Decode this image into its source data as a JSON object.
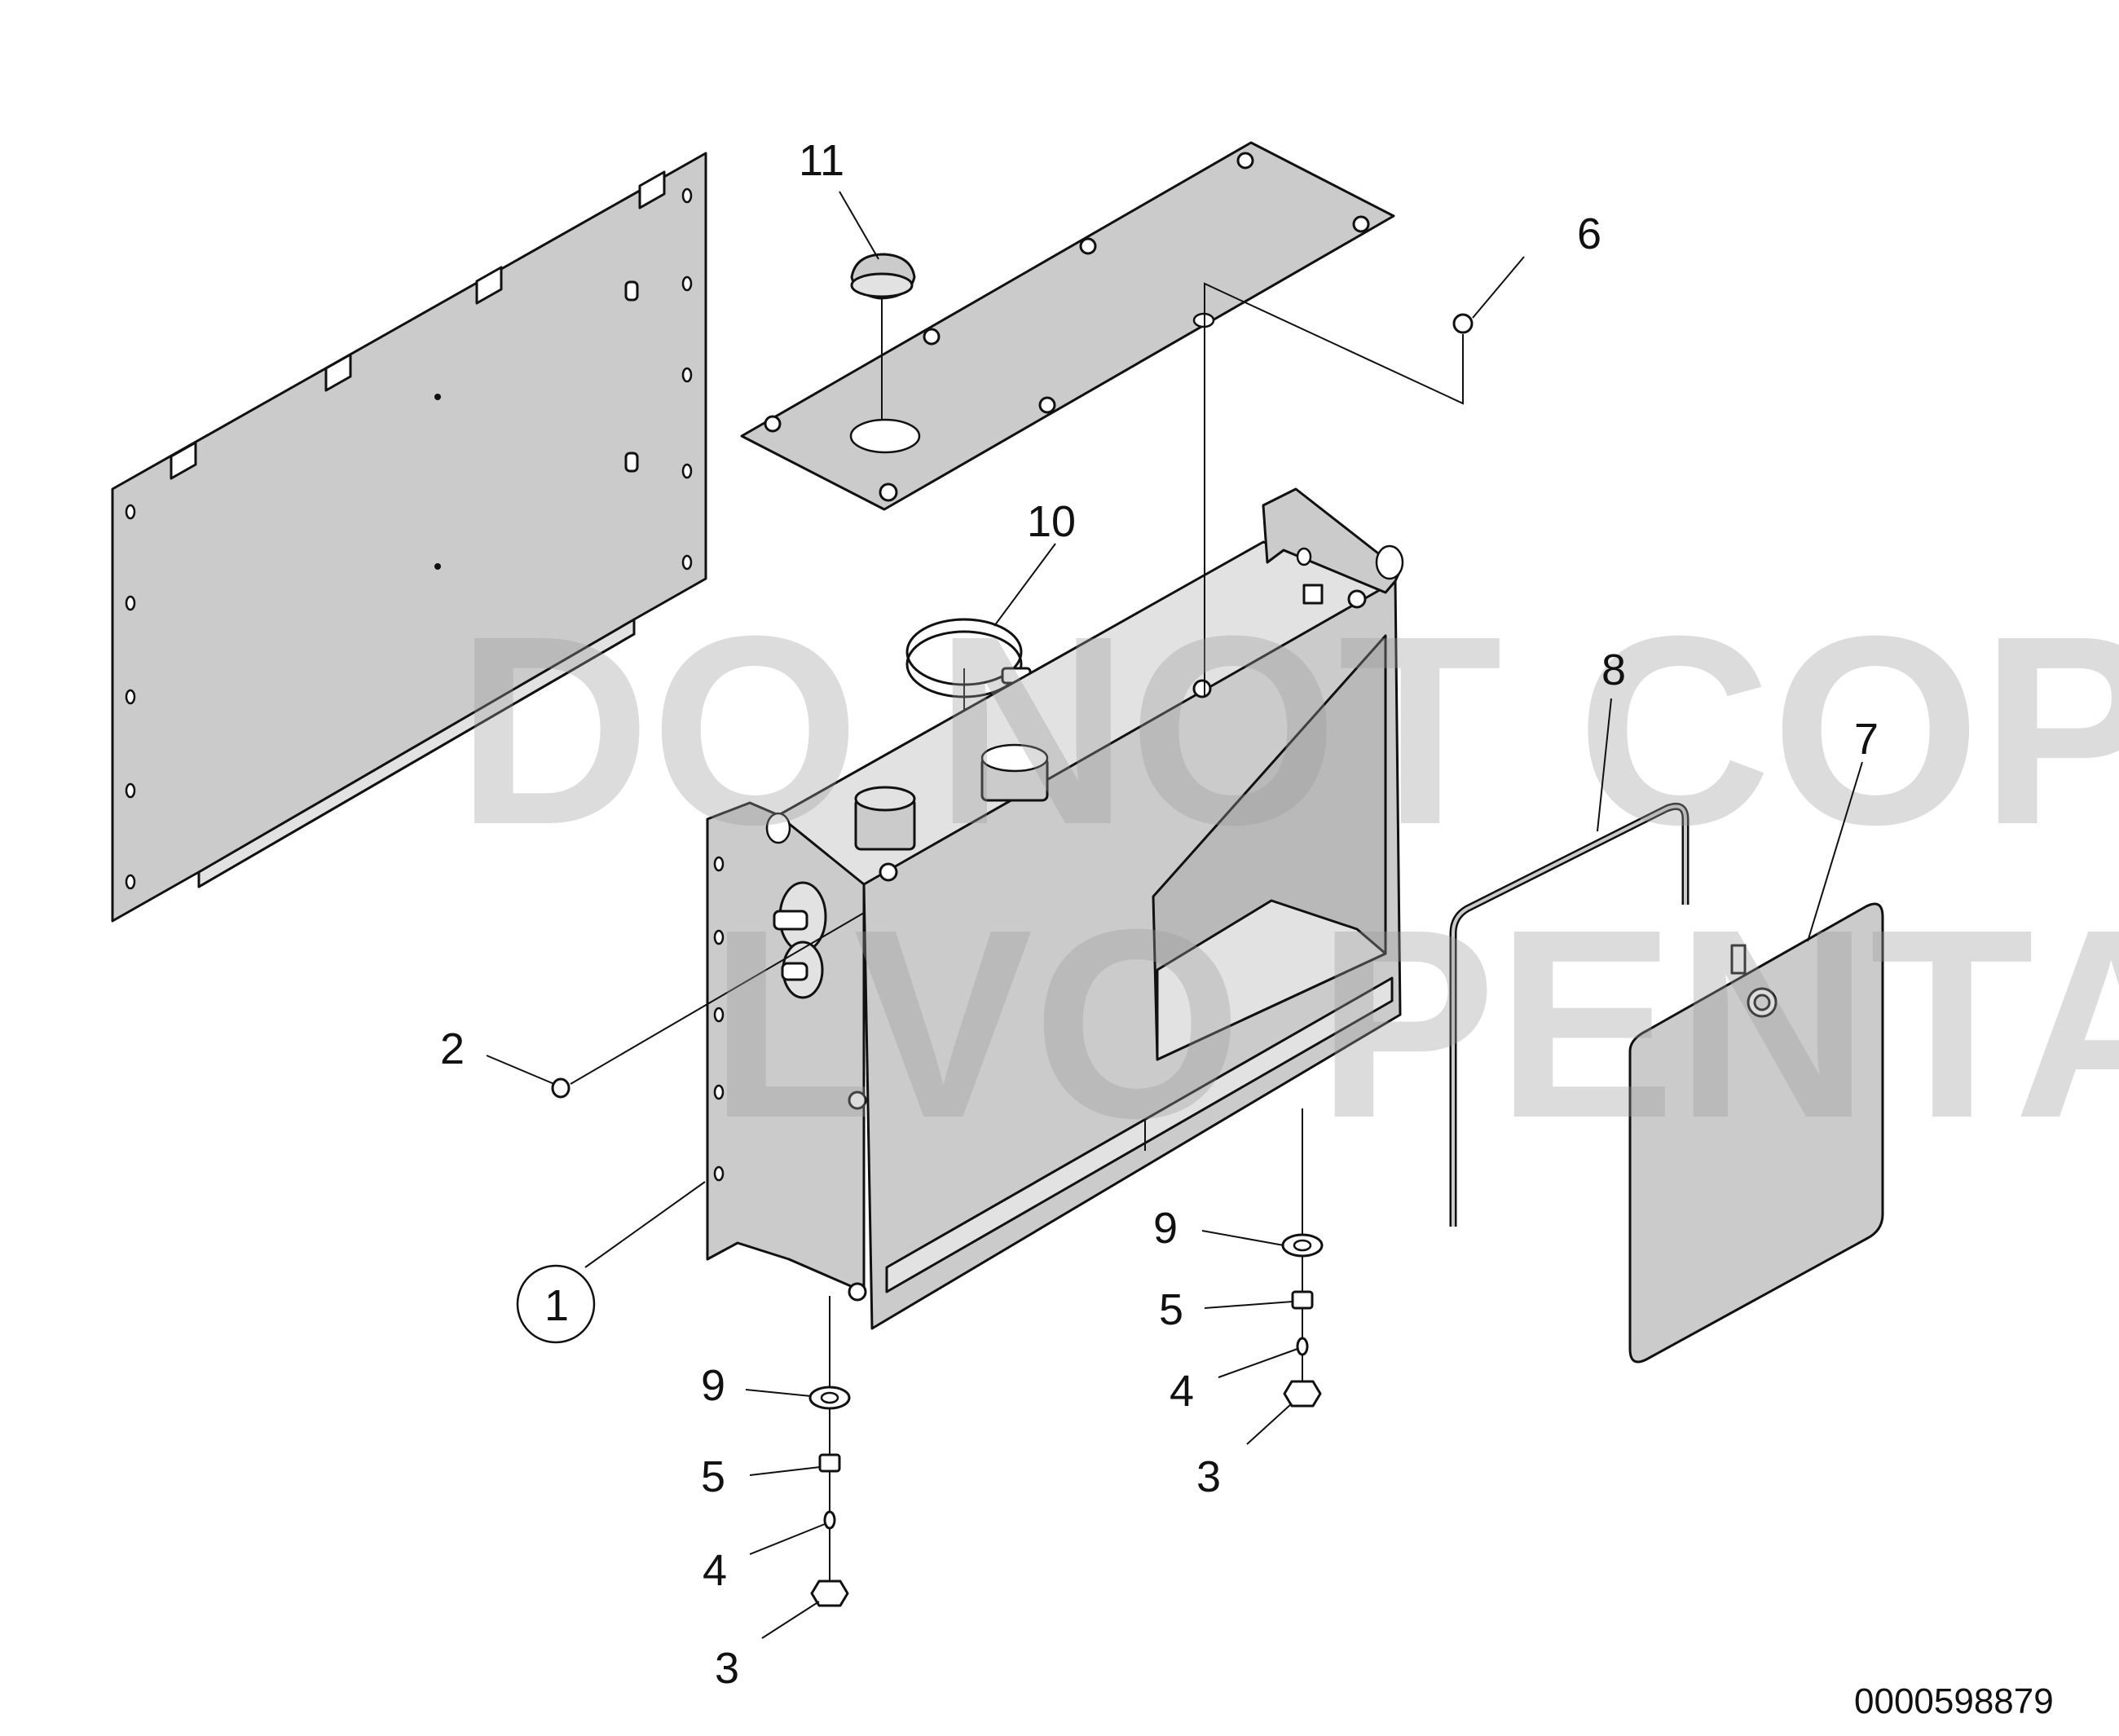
{
  "diagram": {
    "callouts": [
      "1",
      "2",
      "3",
      "3",
      "4",
      "4",
      "5",
      "5",
      "6",
      "7",
      "8",
      "9",
      "9",
      "10",
      "11"
    ],
    "document_number": "0000598879"
  },
  "watermark": {
    "line1": "DO NOT COPY",
    "line2": "LVO PENTA"
  },
  "colors": {
    "part_fill": "#cbcbcb",
    "outline": "#111111",
    "background": "#ffffff"
  }
}
